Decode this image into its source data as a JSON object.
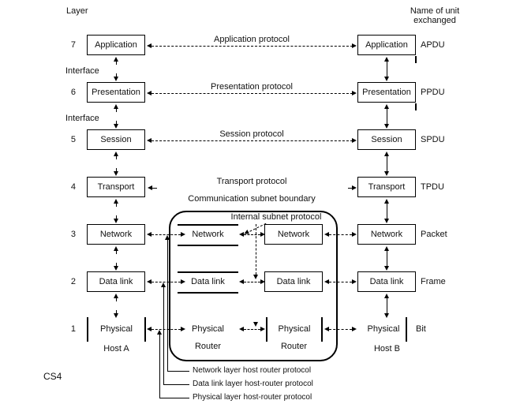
{
  "header": {
    "layer_title": "Layer",
    "unit_title_line1": "Name of unit",
    "unit_title_line2": "exchanged"
  },
  "layers": [
    {
      "num": "7",
      "name": "Application",
      "unit": "APDU",
      "protocol": "Application protocol"
    },
    {
      "num": "6",
      "name": "Presentation",
      "unit": "PPDU",
      "protocol": "Presentation protocol"
    },
    {
      "num": "5",
      "name": "Session",
      "unit": "SPDU",
      "protocol": "Session protocol"
    },
    {
      "num": "4",
      "name": "Transport",
      "unit": "TPDU",
      "protocol": "Transport protocol"
    },
    {
      "num": "3",
      "name": "Network",
      "unit": "Packet"
    },
    {
      "num": "2",
      "name": "Data link",
      "unit": "Frame"
    },
    {
      "num": "1",
      "name": "Physical",
      "unit": "Bit"
    }
  ],
  "interface_label": "Interface",
  "subnet": {
    "boundary_label": "Communication subnet boundary",
    "internal_label": "Internal subnet protocol",
    "router_label": "Router",
    "router_layers": [
      "Network",
      "Data link",
      "Physical"
    ]
  },
  "hosts": {
    "a": "Host A",
    "b": "Host B"
  },
  "callouts": [
    "Network layer host router protocol",
    "Data link layer host-router protocol",
    "Physical layer host-router protocol"
  ],
  "footer": "CS4"
}
